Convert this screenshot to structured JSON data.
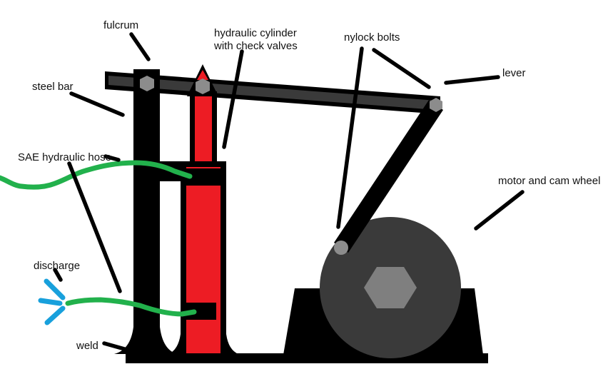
{
  "diagram": {
    "description": "hand-drawn mechanism diagram of a lever-driven hydraulic pump",
    "labels": {
      "fulcrum": "fulcrum",
      "hydraulic_cylinder_line1": "hydraulic cylinder",
      "hydraulic_cylinder_line2": "with check valves",
      "nylock_bolts": "nylock bolts",
      "lever": "lever",
      "steel_bar": "steel bar",
      "sae_hose": "SAE hydraulic hose",
      "motor_cam_wheel": "motor and cam wheel",
      "discharge": "discharge",
      "weld": "weld"
    }
  },
  "colors": {
    "background": "#ffffff",
    "black": "#000000",
    "dark_gray": "#3a3a3a",
    "bolt_gray": "#8c8c8c",
    "hub_gray": "#7f7f7f",
    "red": "#ed1c24",
    "green": "#22b14c",
    "blue": "#18a0dc",
    "text": "#111111"
  }
}
